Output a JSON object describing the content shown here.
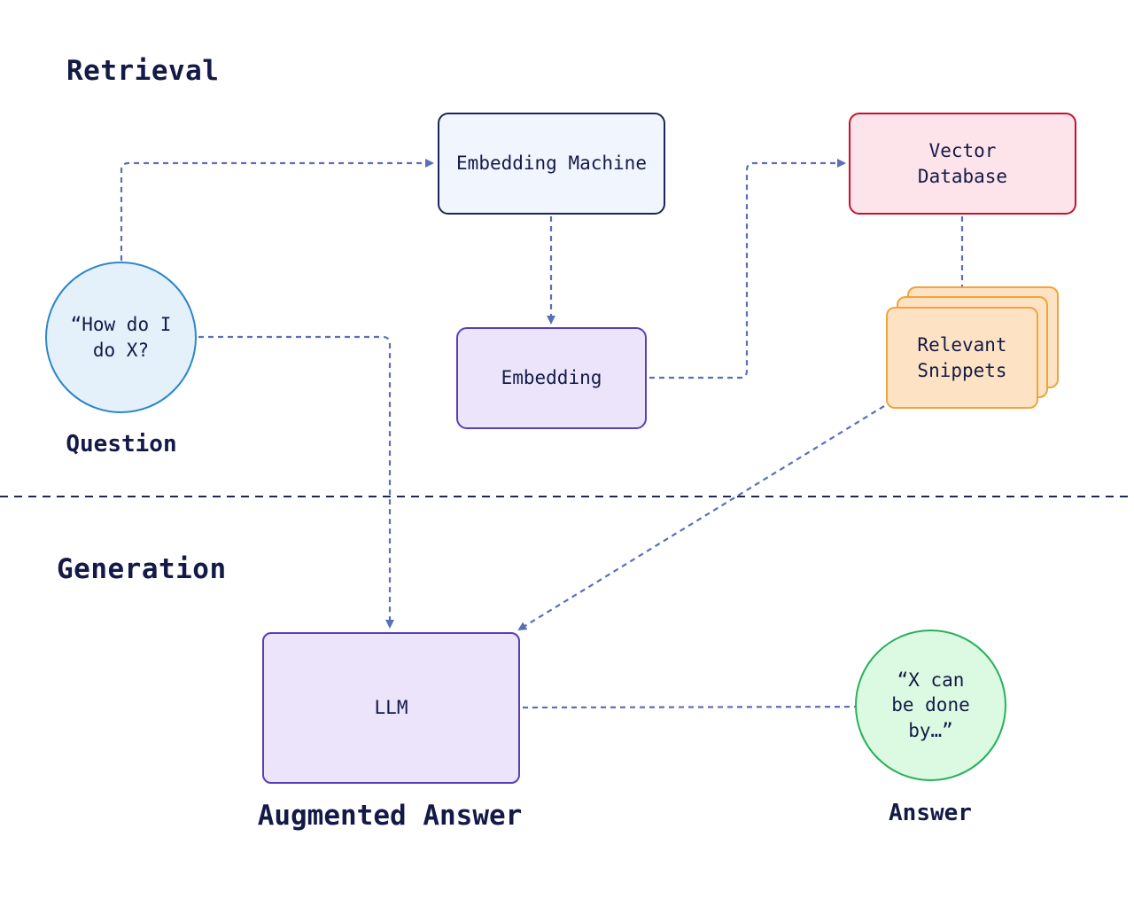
{
  "sections": {
    "retrieval": "Retrieval",
    "generation": "Generation"
  },
  "nodes": {
    "question": "“How do I\ndo X?",
    "embedding_machine": "Embedding Machine",
    "embedding": "Embedding",
    "vector_database": "Vector\nDatabase",
    "relevant_snippets": "Relevant\nSnippets",
    "llm": "LLM",
    "answer": "“X can\nbe done\nby…”"
  },
  "captions": {
    "question": "Question",
    "augmented_answer": "Augmented Answer",
    "answer": "Answer"
  },
  "colors": {
    "ink": "#141a47",
    "arrow": "#5a6fb8",
    "question_fill": "#e4f1fb",
    "question_stroke": "#2d87c9",
    "embedding_machine_fill": "#f1f5fd",
    "embedding_machine_stroke": "#1c2659",
    "embedding_fill": "#ebe4fb",
    "embedding_stroke": "#5a3fb5",
    "vector_database_fill": "#fde4ea",
    "vector_database_stroke": "#c8102e",
    "snippets_fill": "#fde3c4",
    "snippets_stroke": "#f1a33c",
    "llm_fill": "#ebe4fb",
    "llm_stroke": "#5a3fb5",
    "answer_fill": "#dcf9e2",
    "answer_stroke": "#27b15a"
  }
}
